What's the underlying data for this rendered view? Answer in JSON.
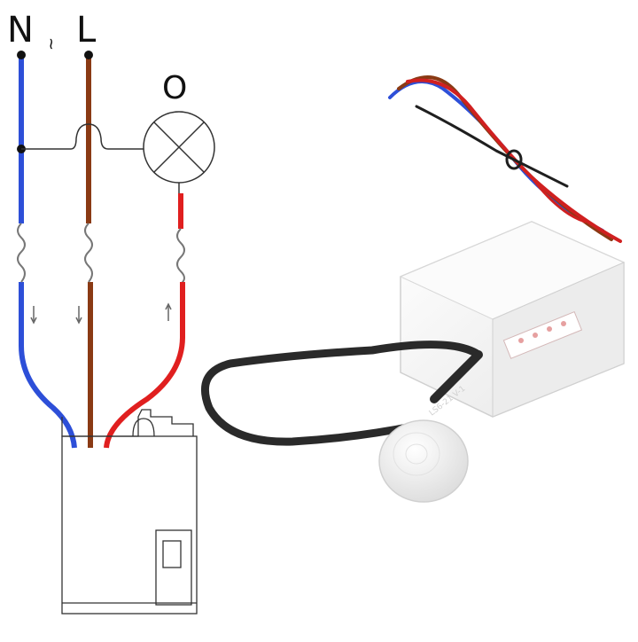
{
  "terminals": {
    "neutral": "N",
    "live": "L",
    "output": "O",
    "symbol": "~"
  },
  "wire_colors": {
    "neutral": "#2d4fd8",
    "live": "#8a3a14",
    "output": "#e01f1f",
    "sensor_cable": "#2a2a2a",
    "module_body": "#f4f4f4"
  },
  "label_colors": {
    "text": "#111111",
    "outline": "#333333"
  },
  "sensor_cable_print": "LS6-21  V-1"
}
